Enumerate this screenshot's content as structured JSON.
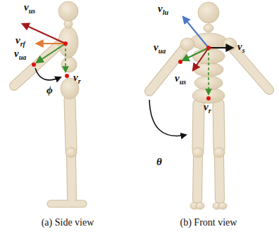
{
  "diagram": {
    "labels": [
      "vus",
      "vrf",
      "vua",
      "vr",
      "ϕ",
      "vlu",
      "vua",
      "vs",
      "vus",
      "vr",
      "θ",
      "(a) Side view",
      "(b) Front view"
    ]
  }
}
